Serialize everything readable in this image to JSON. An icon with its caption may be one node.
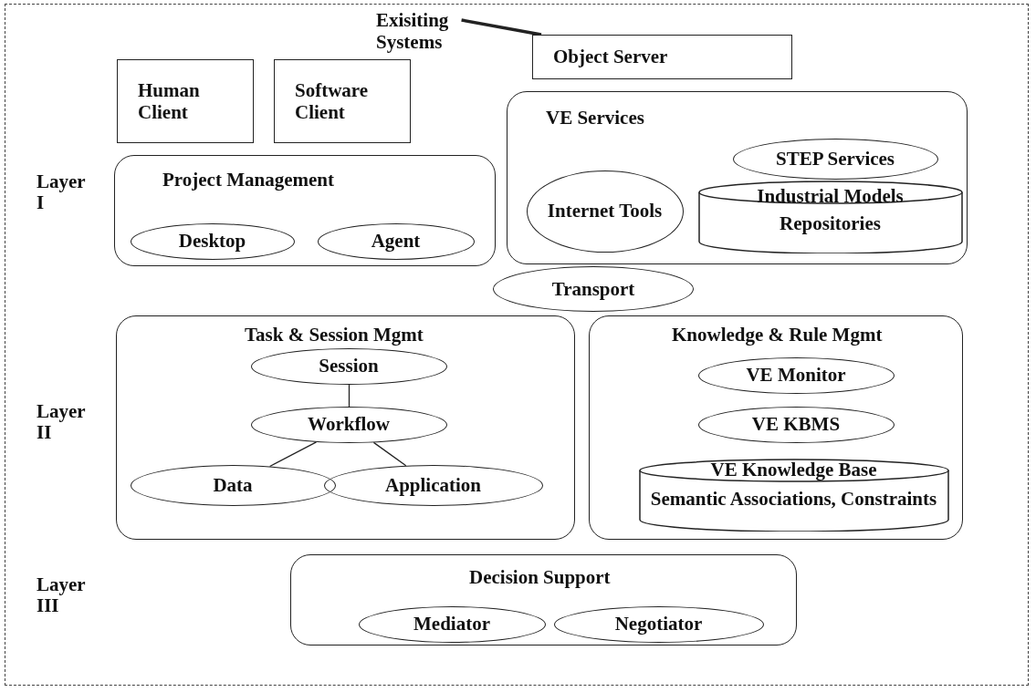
{
  "diagram": {
    "nodes": [
      {
        "text": [
          "Human Client"
        ]
      },
      {
        "text": [
          "Software Client"
        ]
      },
      {
        "text": [
          "Exisiting Systems"
        ]
      },
      {
        "text": [
          "Object Server"
        ]
      },
      {
        "text": [
          "VE Services"
        ]
      },
      {
        "text": [
          "STEP Services"
        ],
        "in": 4
      },
      {
        "text": [
          "Internet Tools"
        ],
        "in": 4
      },
      {
        "text": [
          "Industrial Models Repositories"
        ],
        "in": 4
      },
      {
        "text": [
          "Project Management"
        ]
      },
      {
        "text": [
          "Desktop"
        ],
        "in": 8
      },
      {
        "text": [
          "Agent"
        ],
        "in": 8
      },
      {
        "text": [
          "Transport"
        ]
      },
      {
        "text": [
          "Task & Session Mgmt"
        ]
      },
      {
        "text": [
          "Session"
        ],
        "in": 12
      },
      {
        "text": [
          "Workflow"
        ],
        "in": 12
      },
      {
        "text": [
          "Data"
        ],
        "in": 12
      },
      {
        "text": [
          "Application"
        ],
        "in": 12
      },
      {
        "text": [
          "Knowledge & Rule Mgmt"
        ]
      },
      {
        "text": [
          "VE Monitor"
        ],
        "in": 17
      },
      {
        "text": [
          "VE KBMS"
        ],
        "in": 17
      },
      {
        "text": [
          "VE Knowledge Base",
          "Semantic Associations, Constraints"
        ],
        "in": 17
      },
      {
        "text": [
          "Decision Support"
        ]
      },
      {
        "text": [
          "Mediator"
        ],
        "in": 21
      },
      {
        "text": [
          "Negotiator"
        ],
        "in": 21
      }
    ],
    "edges": [
      {
        "from": 2,
        "to": 3,
        "arrow": "none",
        "style": "thick"
      },
      {
        "from": 13,
        "to": 14,
        "arrow": "none"
      },
      {
        "from": 14,
        "to": 15,
        "arrow": "none"
      },
      {
        "from": 14,
        "to": 16,
        "arrow": "none"
      }
    ],
    "labels": [
      "Layer I",
      "Layer II",
      "Layer III"
    ]
  }
}
